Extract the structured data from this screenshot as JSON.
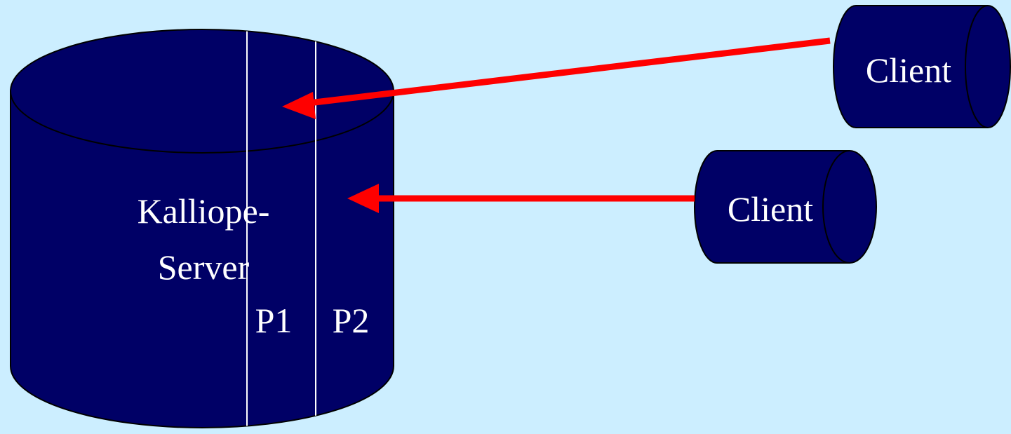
{
  "colors": {
    "background": "#cceeff",
    "cylinder_fill": "#000066",
    "outline": "#000000",
    "partition_line": "#ffffff",
    "arrow": "#ff0000",
    "text": "#ffffff"
  },
  "server": {
    "label_line1": "Kalliope-",
    "label_line2": "Server",
    "partition_1": "P1",
    "partition_2": "P2"
  },
  "clients": [
    {
      "label": "Client"
    },
    {
      "label": "Client"
    }
  ]
}
